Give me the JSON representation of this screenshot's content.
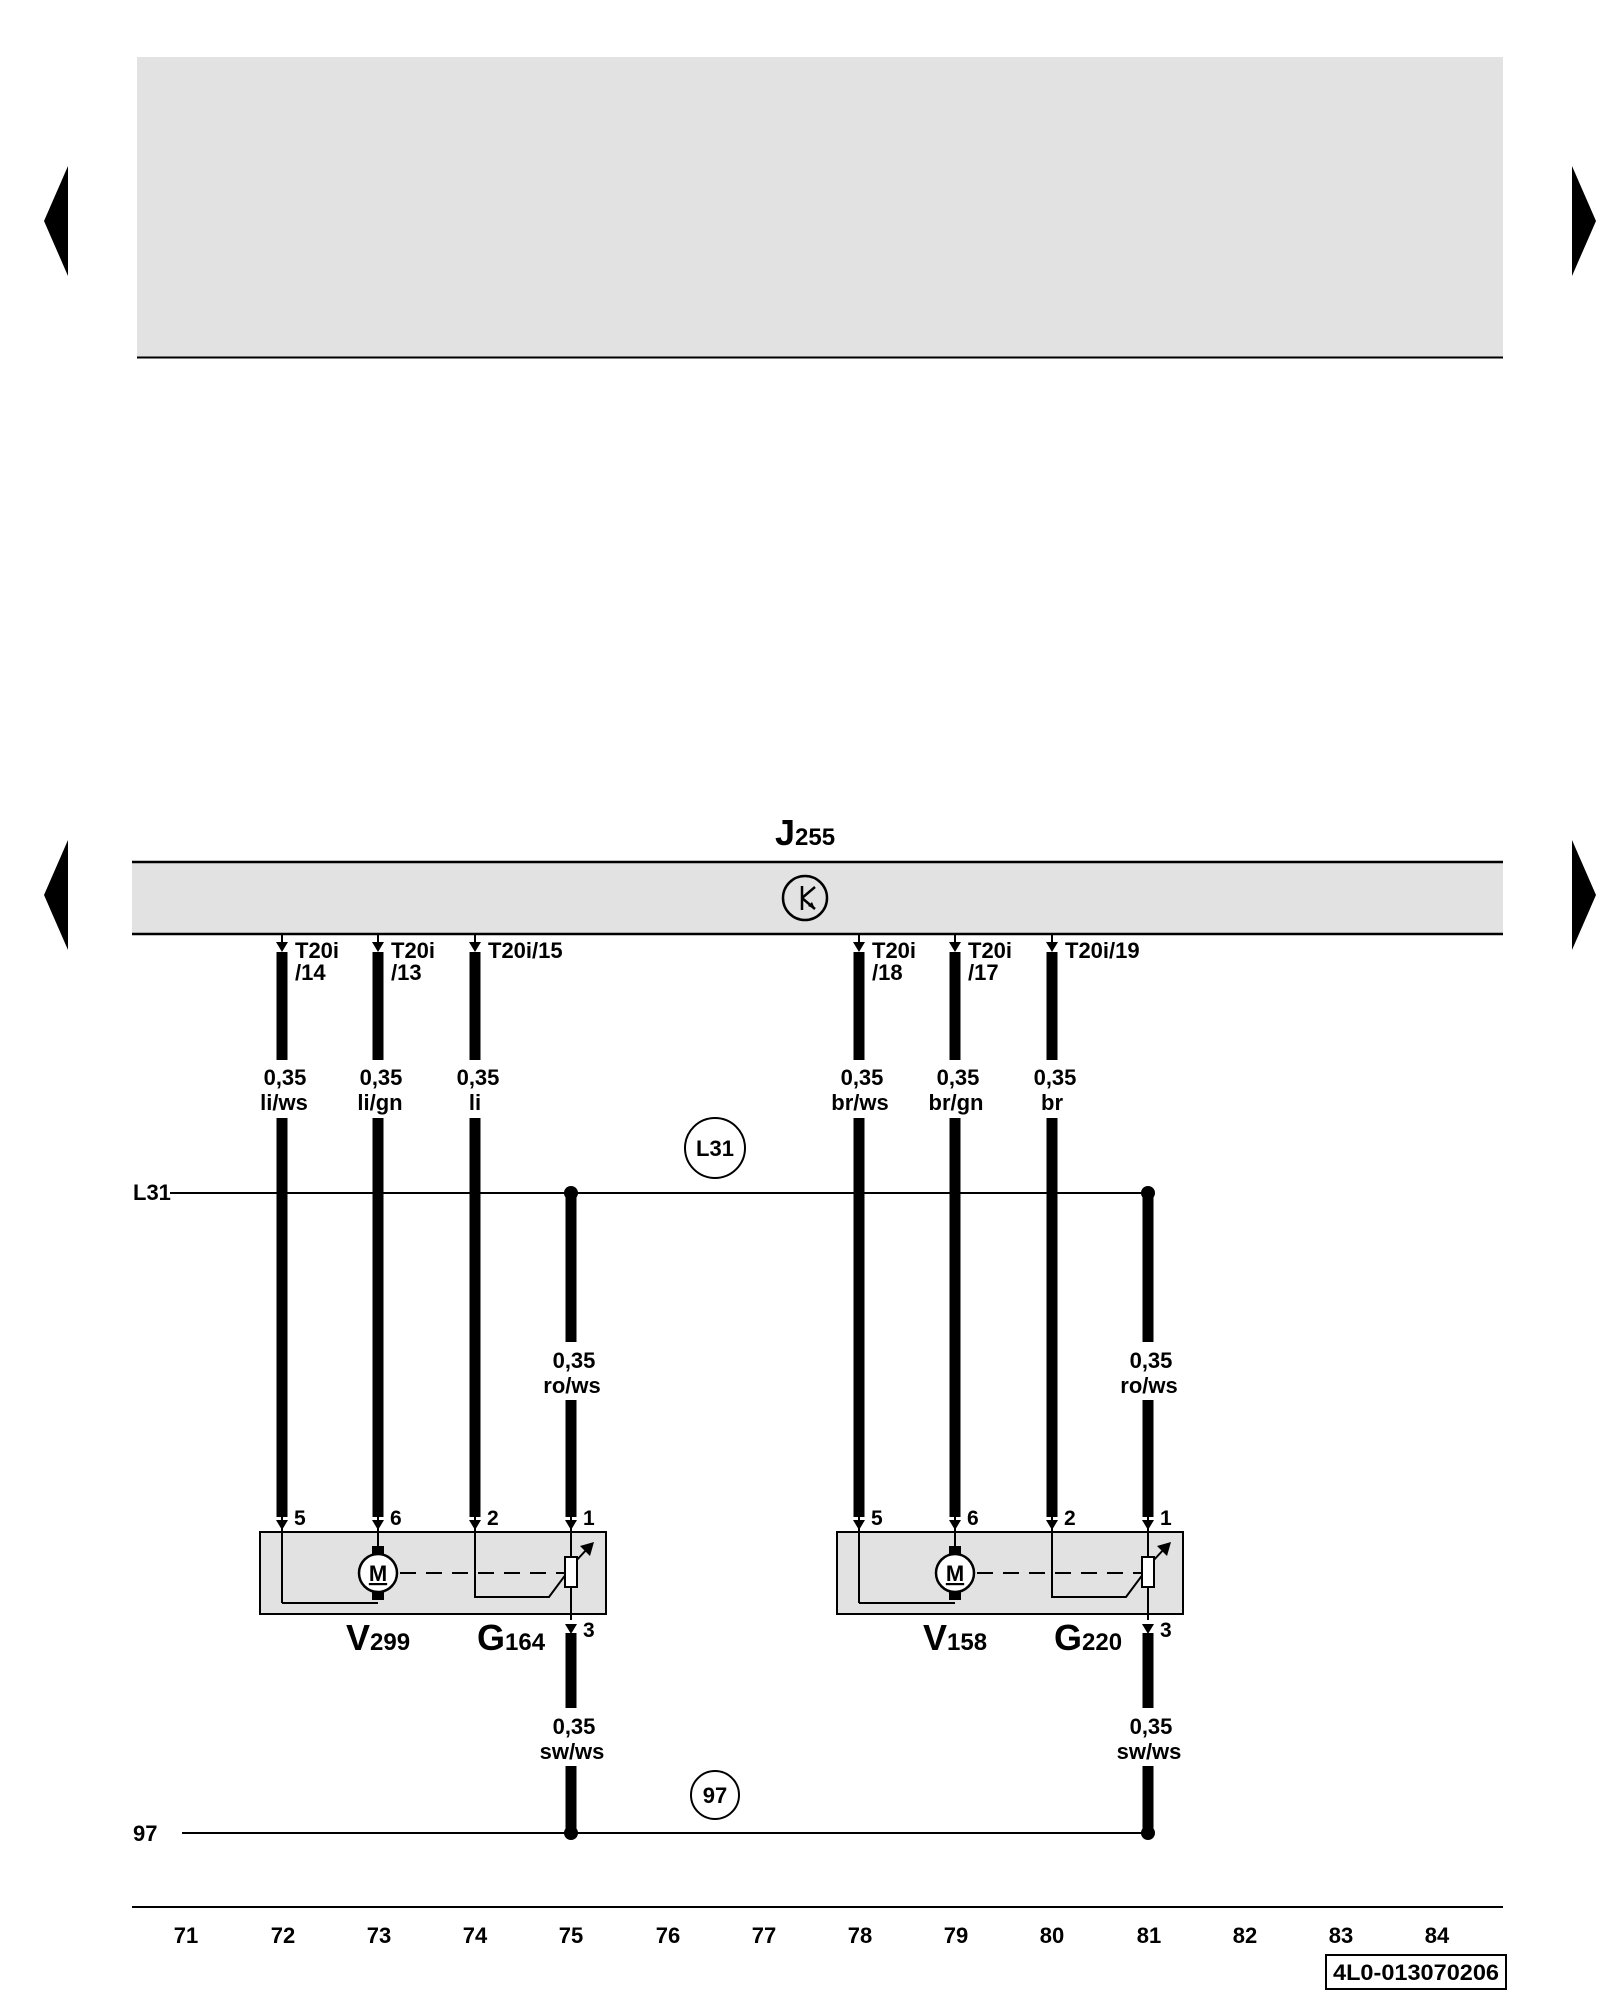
{
  "control_unit": {
    "letter": "J",
    "number": "255"
  },
  "connectors": [
    {
      "id": "p72",
      "line1": "T20i",
      "line2": "/14"
    },
    {
      "id": "p73",
      "line1": "T20i",
      "line2": "/13"
    },
    {
      "id": "p74",
      "line1": "T20i/15",
      "line2": ""
    },
    {
      "id": "p78",
      "line1": "T20i",
      "line2": "/18"
    },
    {
      "id": "p79",
      "line1": "T20i",
      "line2": "/17"
    },
    {
      "id": "p80",
      "line1": "T20i/19",
      "line2": ""
    }
  ],
  "wires": [
    {
      "id": "w72",
      "size": "0,35",
      "color": "li/ws"
    },
    {
      "id": "w73",
      "size": "0,35",
      "color": "li/gn"
    },
    {
      "id": "w74",
      "size": "0,35",
      "color": "li"
    },
    {
      "id": "w75a",
      "size": "0,35",
      "color": "ro/ws"
    },
    {
      "id": "w75b",
      "size": "0,35",
      "color": "sw/ws"
    },
    {
      "id": "w78",
      "size": "0,35",
      "color": "br/ws"
    },
    {
      "id": "w79",
      "size": "0,35",
      "color": "br/gn"
    },
    {
      "id": "w80",
      "size": "0,35",
      "color": "br"
    },
    {
      "id": "w81a",
      "size": "0,35",
      "color": "ro/ws"
    },
    {
      "id": "w81b",
      "size": "0,35",
      "color": "sw/ws"
    }
  ],
  "pins": {
    "left": [
      "5",
      "6",
      "2",
      "1",
      "3"
    ],
    "right": [
      "5",
      "6",
      "2",
      "1",
      "3"
    ]
  },
  "motor_symbol": "M",
  "components": [
    {
      "letter": "V",
      "number": "299"
    },
    {
      "letter": "G",
      "number": "164"
    },
    {
      "letter": "V",
      "number": "158"
    },
    {
      "letter": "G",
      "number": "220"
    }
  ],
  "buses": {
    "l31": {
      "label": "L31",
      "marker": "L31"
    },
    "ground": {
      "label": "97",
      "marker": "97"
    }
  },
  "grid_numbers": [
    "71",
    "72",
    "73",
    "74",
    "75",
    "76",
    "77",
    "78",
    "79",
    "80",
    "81",
    "82",
    "83",
    "84"
  ],
  "doc_code": "4L0-013070206"
}
